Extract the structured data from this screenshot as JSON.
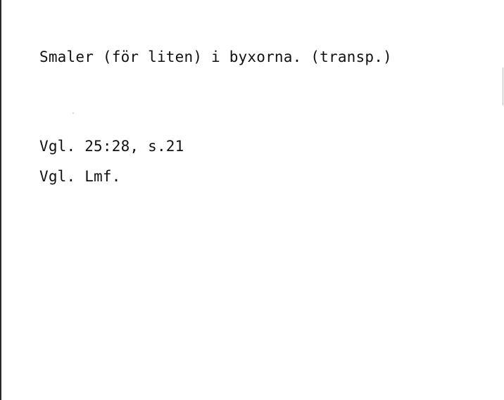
{
  "card": {
    "lines": [
      "Smaler (för liten) i byxorna. (transp.)",
      "Vgl. 25:28, s.21",
      "Vgl. Lmf."
    ]
  }
}
